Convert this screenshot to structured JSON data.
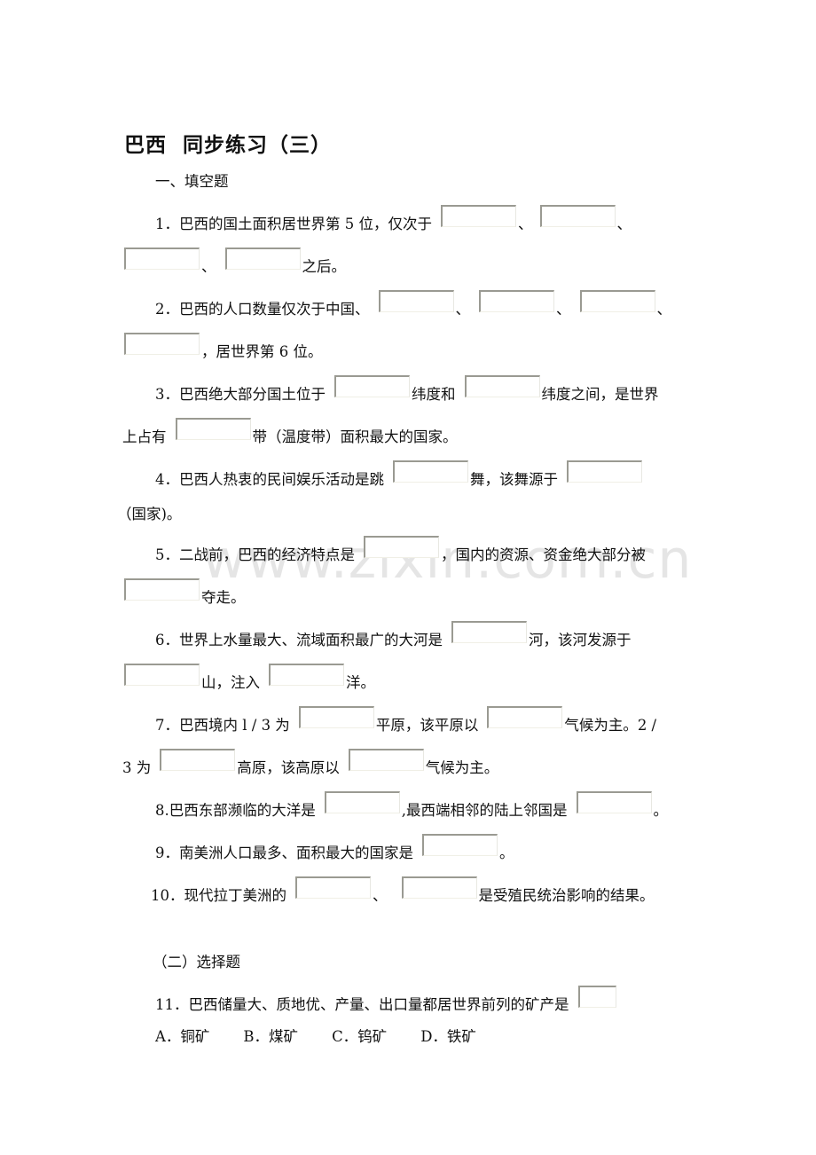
{
  "document": {
    "title": "巴西  同步练习（三）",
    "watermark": "www.zixin.com.cn",
    "section1": {
      "heading": "一、填空题"
    },
    "q1": {
      "l1_a": "1．巴西的国土面积居世界第 5 位，仅次于",
      "l1_sep1": "、",
      "l1_sep2": "、",
      "l2_sep1": "、",
      "l2_end": "之后。"
    },
    "q2": {
      "l1_a": "2．巴西的人口数量仅次于中国、",
      "l1_sep1": "、",
      "l1_sep2": "、",
      "l1_sep3": "、",
      "l2_end": "，居世界第 6 位。"
    },
    "q3": {
      "l1_a": "3．巴西绝大部分国土位于",
      "l1_b": "纬度和",
      "l1_c": "纬度之间，是世界",
      "l2_a": "上占有",
      "l2_b": "带（温度带）面积最大的国家。"
    },
    "q4": {
      "l1_a": "4．巴西人热衷的民间娱乐活动是跳",
      "l1_b": "舞，该舞源于",
      "l2_a": "（国家)。"
    },
    "q5": {
      "l1_a": "5．二战前，巴西的经济特点是",
      "l1_b": "，国内的资源、资金绝大部分被",
      "l2_b": "夺走。"
    },
    "q6": {
      "l1_a": "6．世界上水量最大、流域面积最广的大河是",
      "l1_b": "河，该河发源于",
      "l2_b": "山，注入",
      "l2_c": "洋。"
    },
    "q7": {
      "l1_a": "7．巴西境内 l / 3 为",
      "l1_b": "平原，该平原以",
      "l1_c": "气候为主。2 /",
      "l2_a": "3 为",
      "l2_b": "高原，该高原以",
      "l2_c": "气候为主。"
    },
    "q8": {
      "l1_a": "8.巴西东部濒临的大洋是",
      "l1_b": ",最西端相邻的陆上邻国是",
      "l1_c": "。"
    },
    "q9": {
      "l1_a": "9．南美洲人口最多、面积最大的国家是",
      "l1_b": "。"
    },
    "q10": {
      "l1_a": "10．现代拉丁美洲的",
      "l1_sep": "、",
      "l1_b": "是受殖民统治影响的结果。"
    },
    "section2": {
      "heading": "（二）选择题"
    },
    "q11": {
      "stem": "11．巴西储量大、质地优、产量、出口量都居世界前列的矿产是",
      "options": [
        "A．铜矿",
        "B．煤矿",
        "C．钨矿",
        "D．铁矿"
      ]
    }
  }
}
